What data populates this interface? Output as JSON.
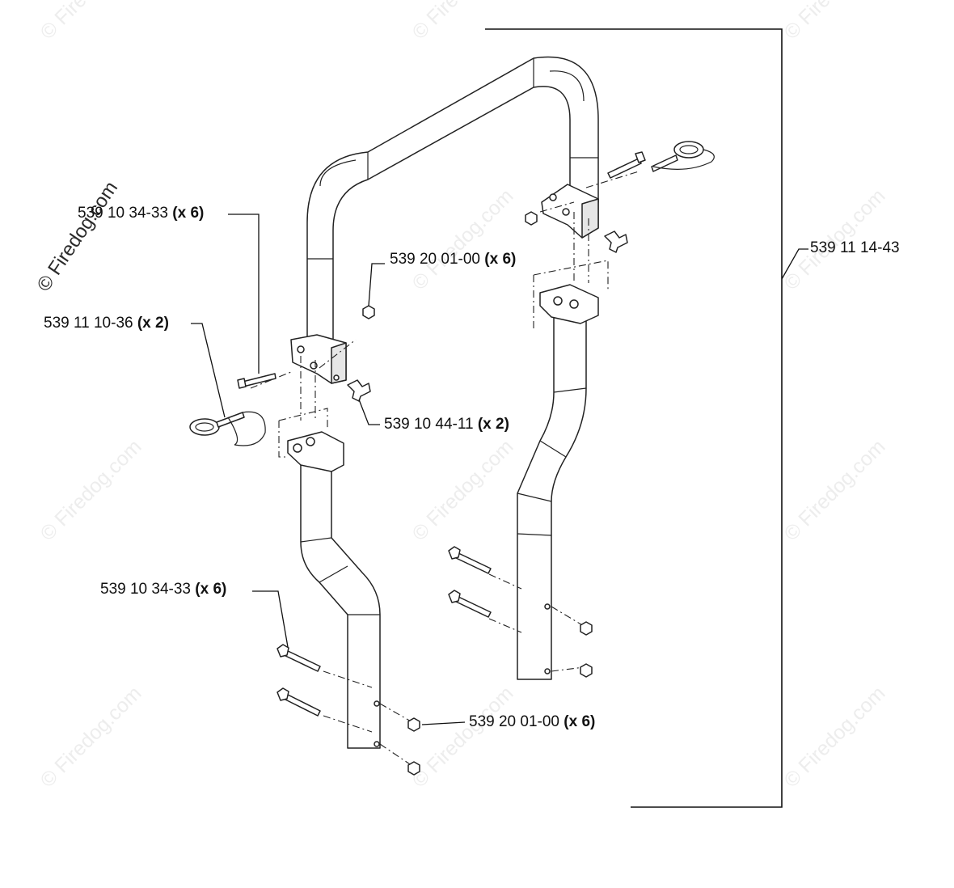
{
  "watermark": {
    "main": "© Firedog.com",
    "tile": "© Firedog.com"
  },
  "labels": {
    "bolt_upper": {
      "part": "539 10 34-33",
      "qty": "(x 6)"
    },
    "pin_upper": {
      "part": "539 11 10-36",
      "qty": "(x 2)"
    },
    "nut_upper": {
      "part": "539 20 01-00",
      "qty": "(x 6)"
    },
    "knob": {
      "part": "539 10 44-11",
      "qty": "(x 2)"
    },
    "assembly": {
      "part": "539 11 14-43"
    },
    "bolt_lower": {
      "part": "539 10 34-33",
      "qty": "(x 6)"
    },
    "nut_lower": {
      "part": "539 20 01-00",
      "qty": "(x 6)"
    }
  }
}
